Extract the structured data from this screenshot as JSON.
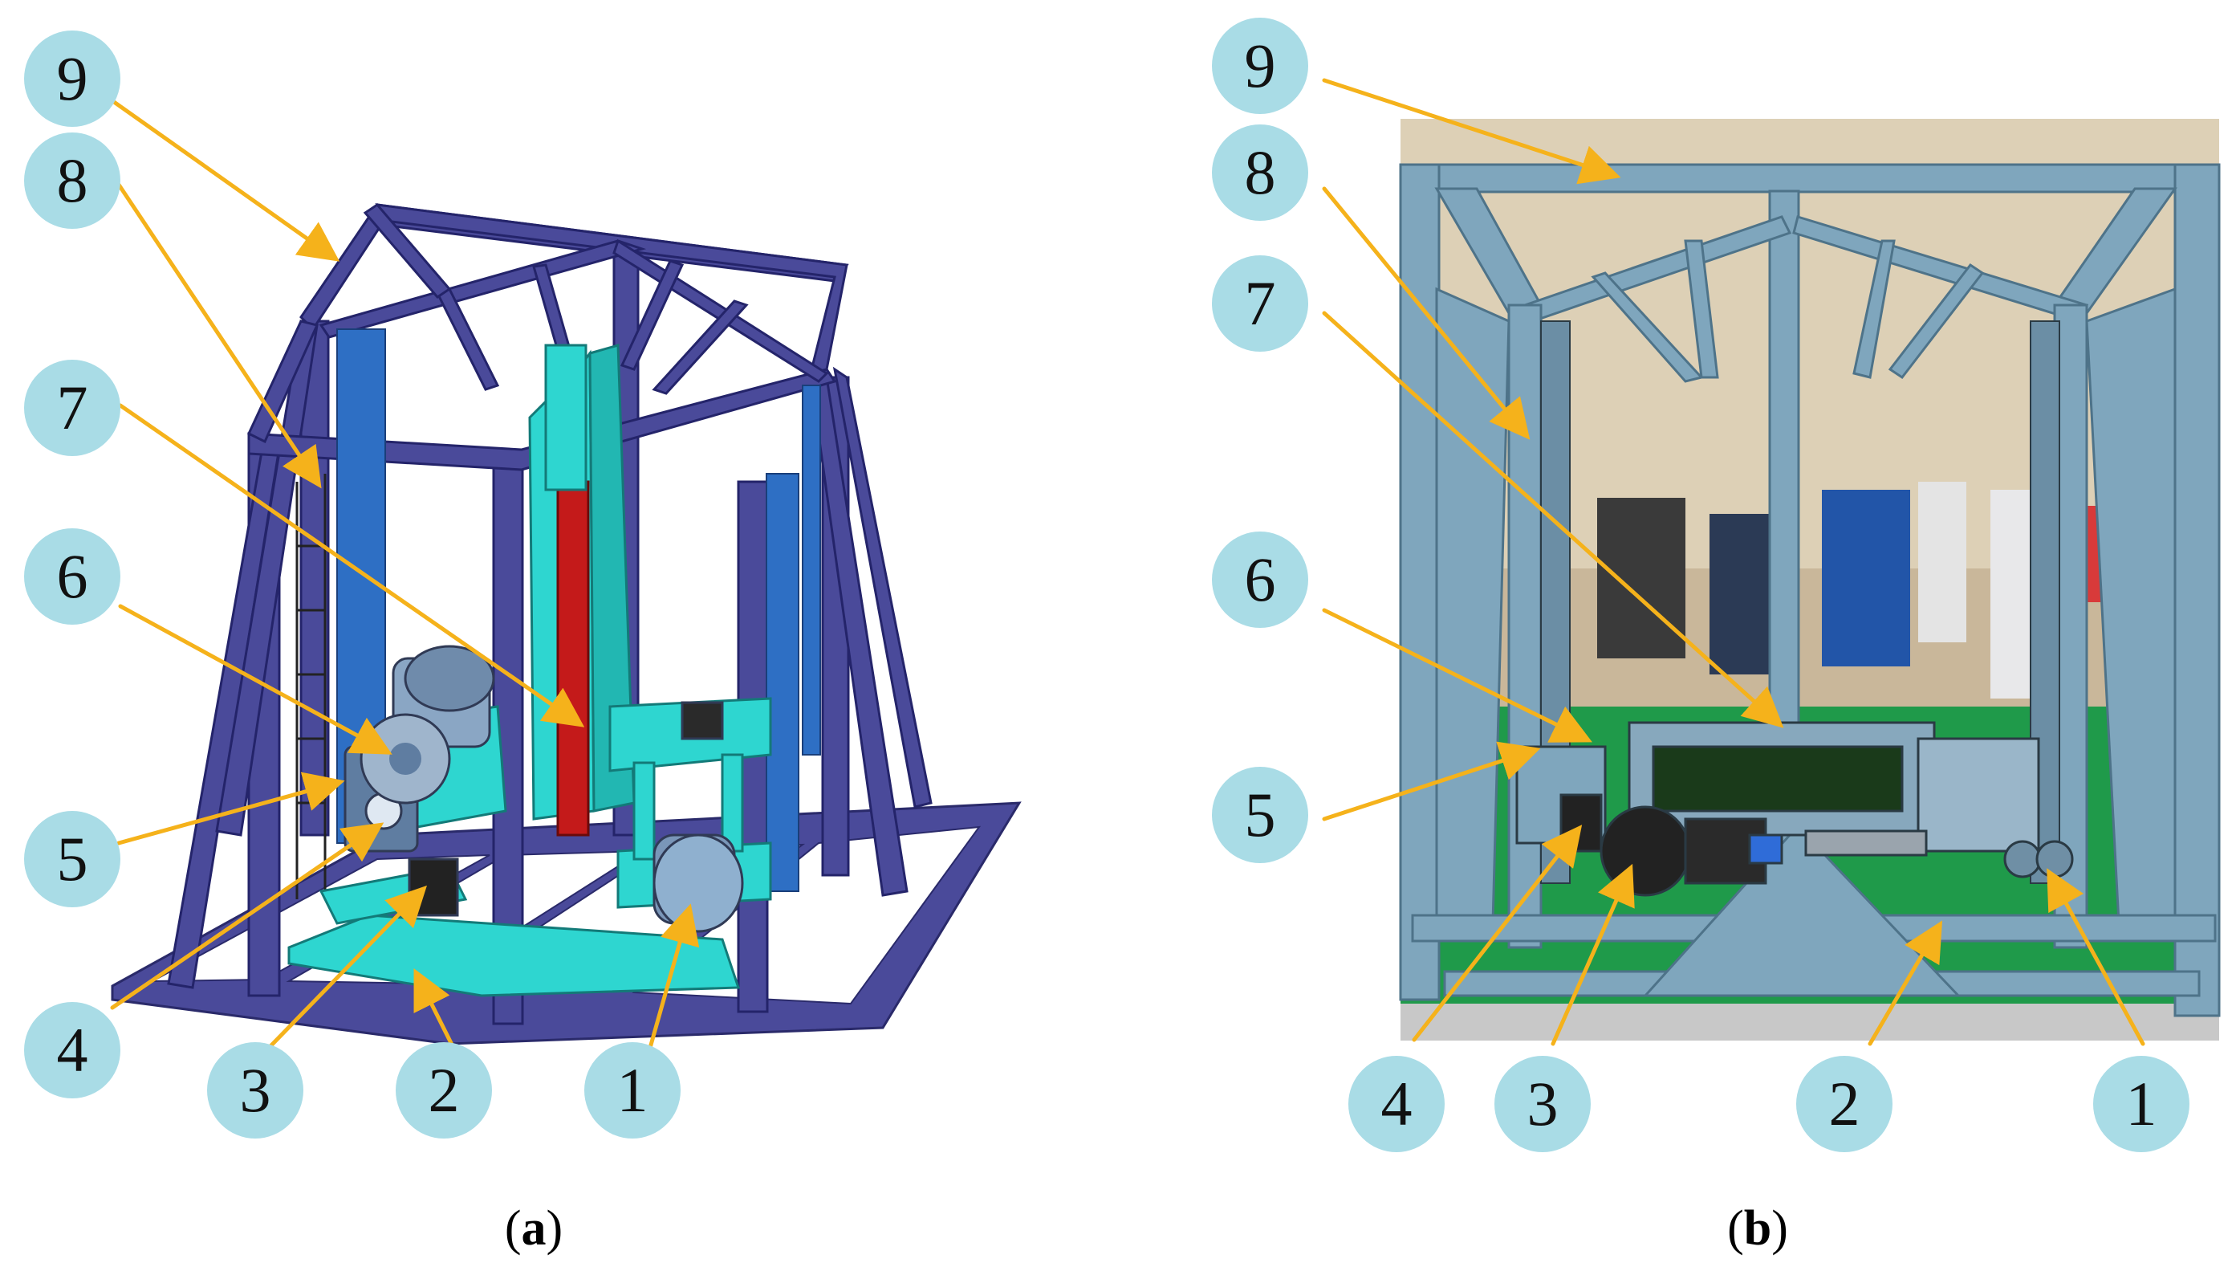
{
  "panel_a": {
    "caption_letter": "a",
    "labels": [
      "9",
      "8",
      "7",
      "6",
      "5",
      "4",
      "3",
      "2",
      "1"
    ]
  },
  "panel_b": {
    "caption_letter": "b",
    "labels": [
      "9",
      "8",
      "7",
      "6",
      "5",
      "4",
      "3",
      "2",
      "1"
    ]
  },
  "colors": {
    "bubble": "#a9dce6",
    "arrow": "#f5b21b",
    "frame_cad": "#4a4a9a",
    "frame_cad_dark": "#2f2f78",
    "rack_blue": "#2e6fc4",
    "cyan_parts": "#2ed6d0",
    "red_rod": "#c41a1a",
    "photo_frame": "#7fa6bd",
    "photo_floor": "#1f9a4a"
  }
}
